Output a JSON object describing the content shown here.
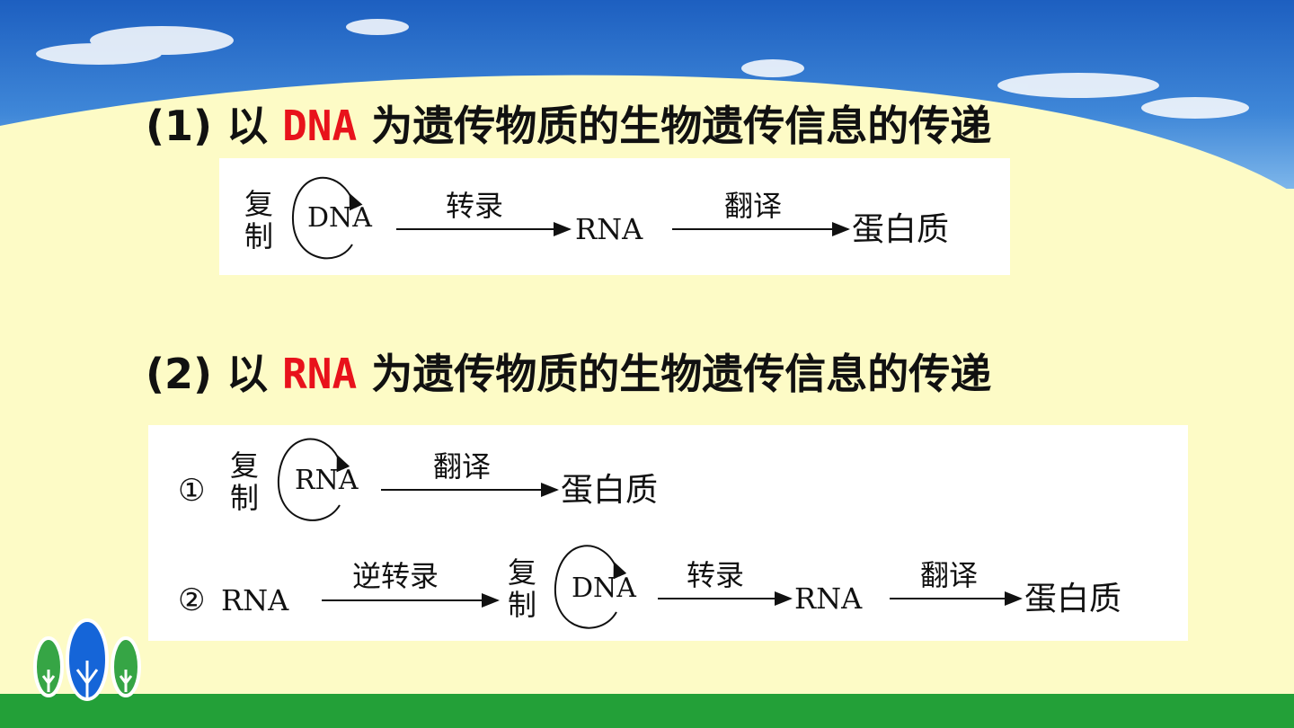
{
  "heading1": {
    "prefix": "(1) 以 ",
    "highlight": "DNA",
    "suffix": " 为遗传物质的生物遗传信息的传递"
  },
  "heading2": {
    "prefix": "(2) 以 ",
    "highlight": "RNA",
    "suffix": " 为遗传物质的生物遗传信息的传递"
  },
  "diagram1": {
    "loop_label_top": "复",
    "loop_label_bottom": "制",
    "start": "DNA",
    "step1_label": "转录",
    "mid": "RNA",
    "step2_label": "翻译",
    "end": "蛋白质"
  },
  "diagram2": {
    "row1": {
      "number": "①",
      "loop_label_top": "复",
      "loop_label_bottom": "制",
      "start": "RNA",
      "step_label": "翻译",
      "end": "蛋白质"
    },
    "row2": {
      "number": "②",
      "start": "RNA",
      "step1_label": "逆转录",
      "loop_label_top": "复",
      "loop_label_bottom": "制",
      "mid1": "DNA",
      "step2_label": "转录",
      "mid2": "RNA",
      "step3_label": "翻译",
      "end": "蛋白质"
    }
  },
  "colors": {
    "background": "#fdfbc6",
    "sky": "#2a6fc9",
    "grass": "#23a038",
    "highlight": "#e8121b"
  }
}
